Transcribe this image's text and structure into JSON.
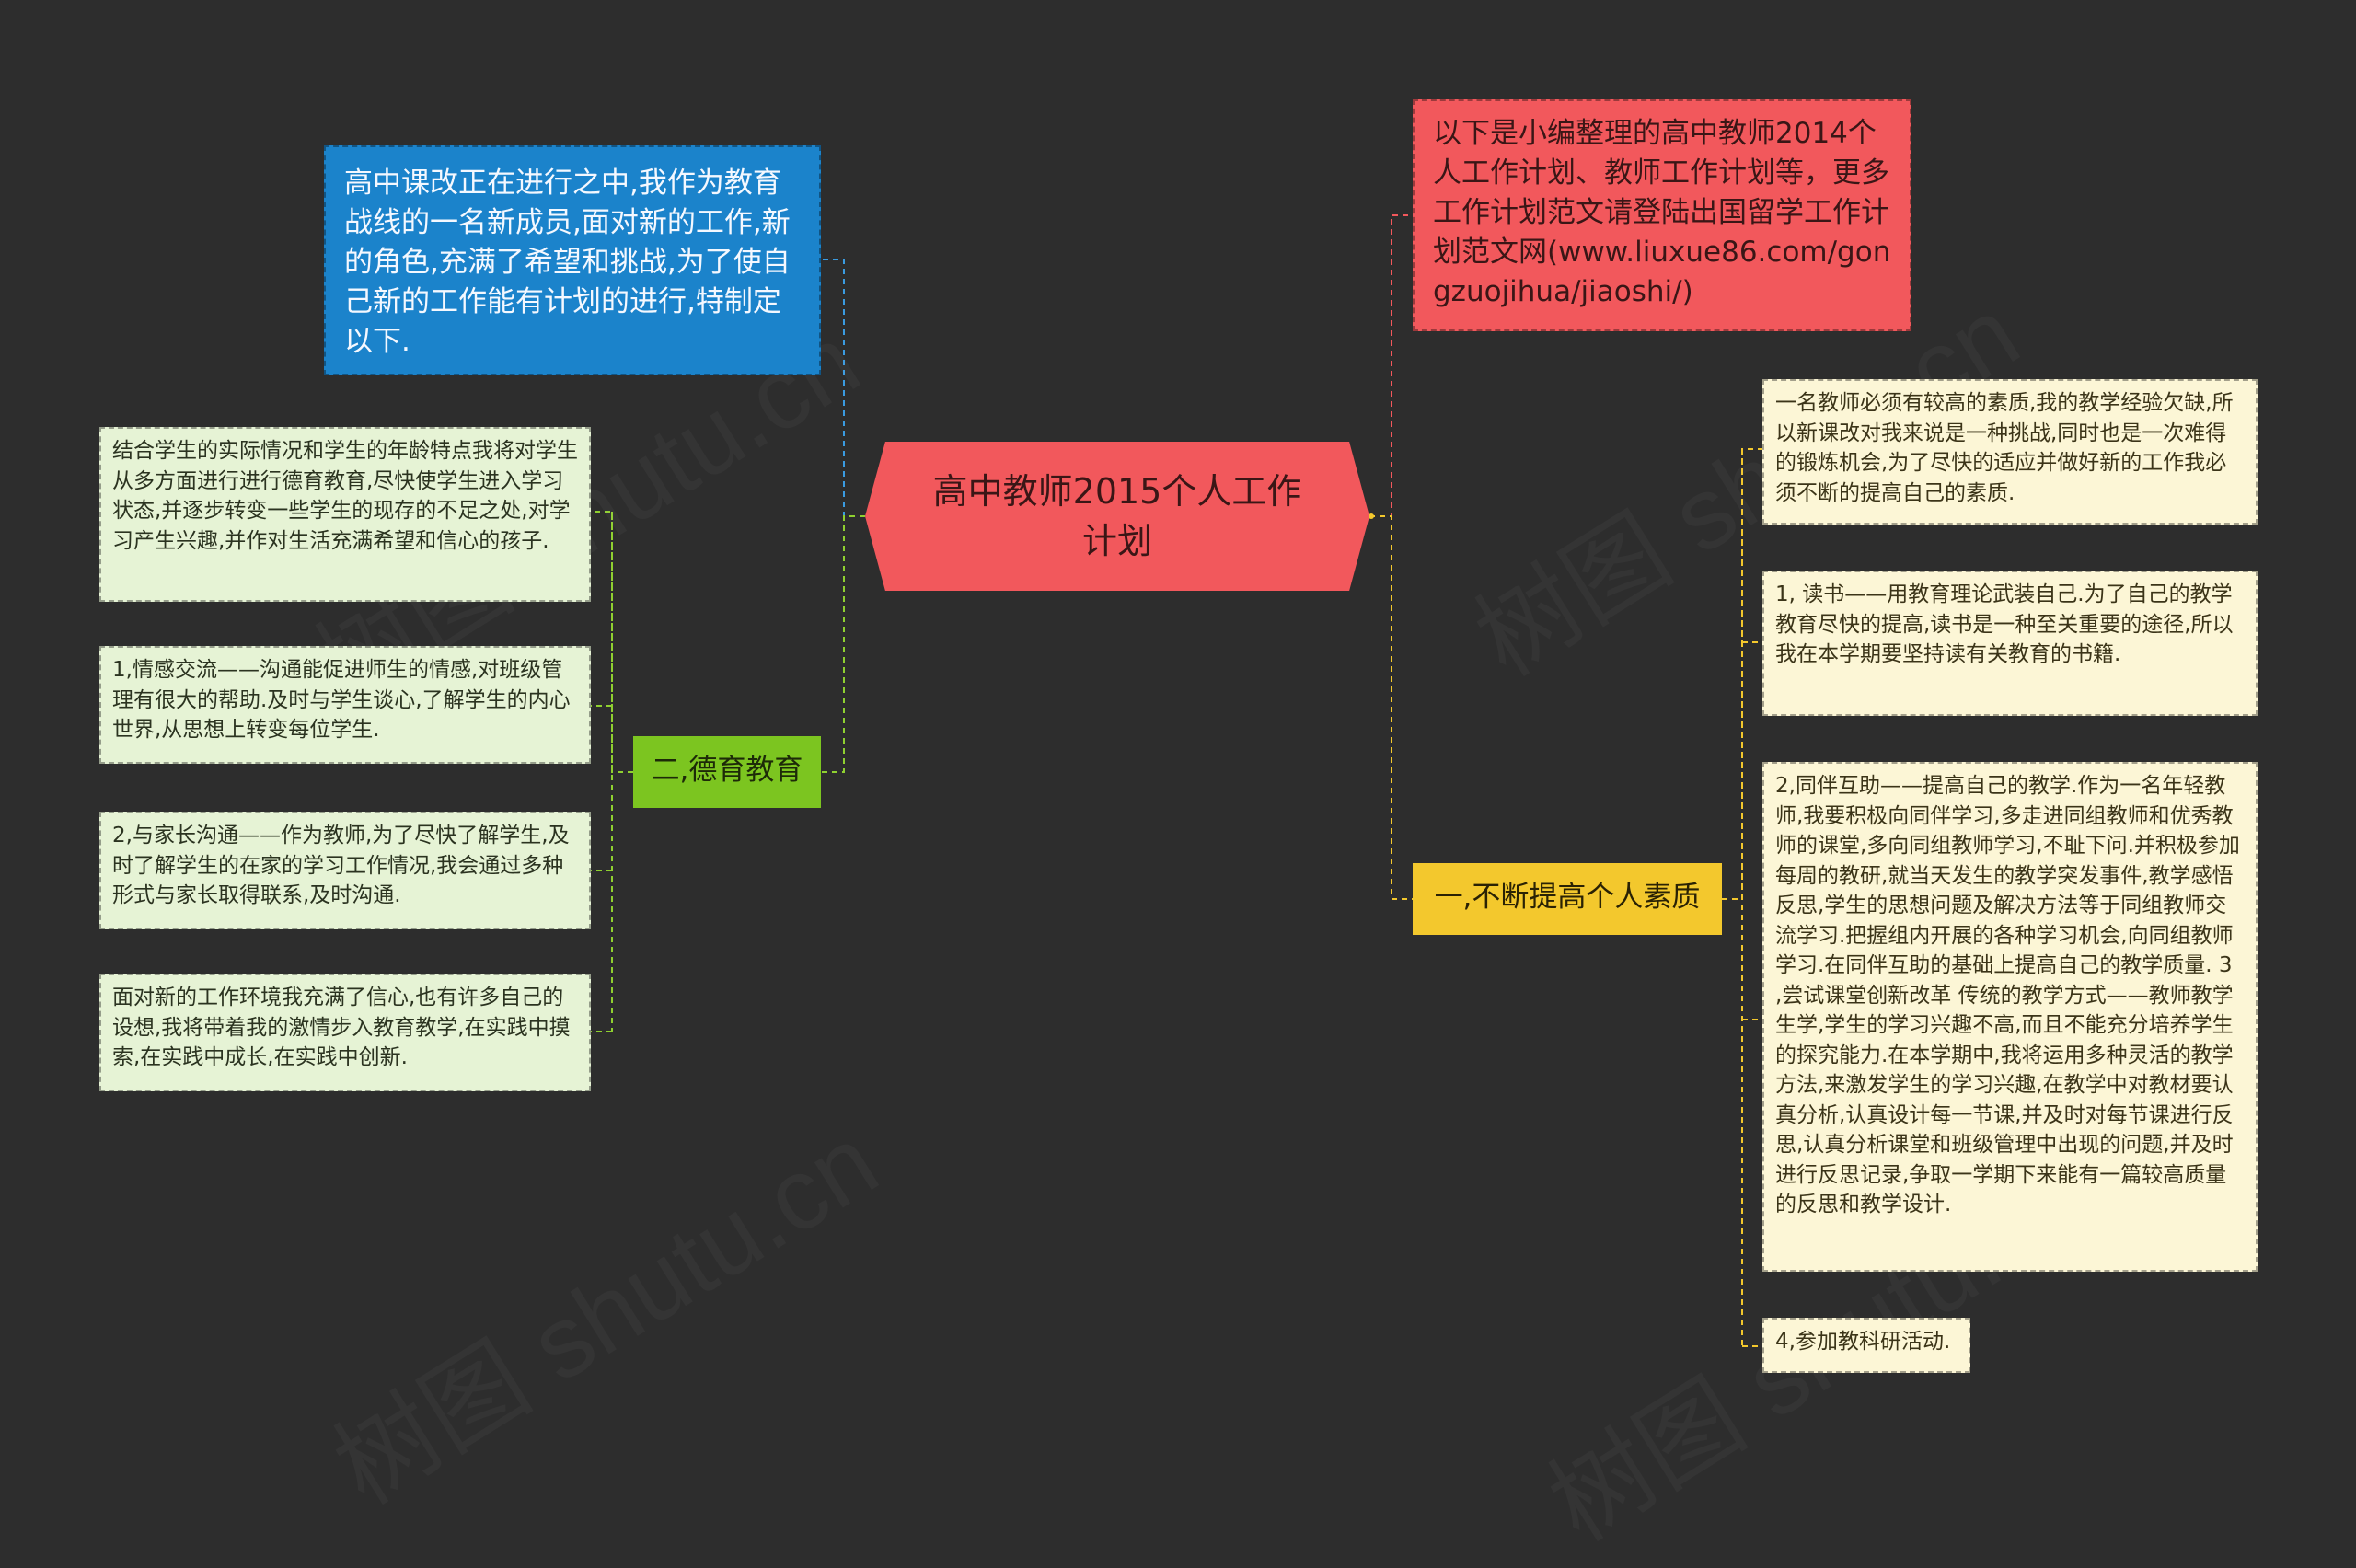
{
  "root": {
    "label": "高中教师2015个人工作计划"
  },
  "intro_blue": {
    "text": "高中课改正在进行之中,我作为教育战线的一名新成员,面对新的工作,新的角色,充满了希望和挑战,为了使自己新的工作能有计划的进行,特制定以下."
  },
  "intro_red": {
    "text": "以下是小编整理的高中教师2014个人工作计划、教师工作计划等，更多工作计划范文请登陆出国留学工作计划范文网(www.liuxue86.com/gongzuojihua/jiaoshi/)"
  },
  "branch_green": {
    "label": "二,德育教育",
    "items": [
      "结合学生的实际情况和学生的年龄特点我将对学生从多方面进行进行德育教育,尽快使学生进入学习状态,并逐步转变一些学生的现存的不足之处,对学习产生兴趣,并作对生活充满希望和信心的孩子.",
      "1,情感交流——沟通能促进师生的情感,对班级管理有很大的帮助.及时与学生谈心,了解学生的内心世界,从思想上转变每位学生.",
      "2,与家长沟通——作为教师,为了尽快了解学生,及时了解学生的在家的学习工作情况,我会通过多种形式与家长取得联系,及时沟通.",
      "面对新的工作环境我充满了信心,也有许多自己的设想,我将带着我的激情步入教育教学,在实践中摸索,在实践中成长,在实践中创新."
    ]
  },
  "branch_yellow": {
    "label": "一,不断提高个人素质",
    "items": [
      "一名教师必须有较高的素质,我的教学经验欠缺,所以新课改对我来说是一种挑战,同时也是一次难得的锻炼机会,为了尽快的适应并做好新的工作我必须不断的提高自己的素质.",
      "1, 读书——用教育理论武装自己.为了自己的教学教育尽快的提高,读书是一种至关重要的途径,所以我在本学期要坚持读有关教育的书籍.",
      "2,同伴互助——提高自己的教学.作为一名年轻教师,我要积极向同伴学习,多走进同组教师和优秀教师的课堂,多向同组教师学习,不耻下问.并积极参加每周的教研,就当天发生的教学突发事件,教学感悟反思,学生的思想问题及解决方法等于同组教师交流学习.把握组内开展的各种学习机会,向同组教师学习.在同伴互助的基础上提高自己的教学质量. 3 ,尝试课堂创新改革 传统的教学方式——教师教学生学,学生的学习兴趣不高,而且不能充分培养学生的探究能力.在本学期中,我将运用多种灵活的教学方法,来激发学生的学习兴趣,在教学中对教材要认真分析,认真设计每一节课,并及时对每节课进行反思,认真分析课堂和班级管理中出现的问题,并及时进行反思记录,争取一学期下来能有一篇较高质量的反思和教学设计.",
      "4,参加教科研活动."
    ]
  },
  "colors": {
    "background": "#2d2d2d",
    "root": "#f2585c",
    "blue": "#1b83cb",
    "red": "#f2585c",
    "green": "#7cc520",
    "yellow": "#f3c82d",
    "green_leaf": "#e6f3d5",
    "yellow_leaf": "#fcf6d6"
  },
  "watermark": "树图 shutu.cn"
}
